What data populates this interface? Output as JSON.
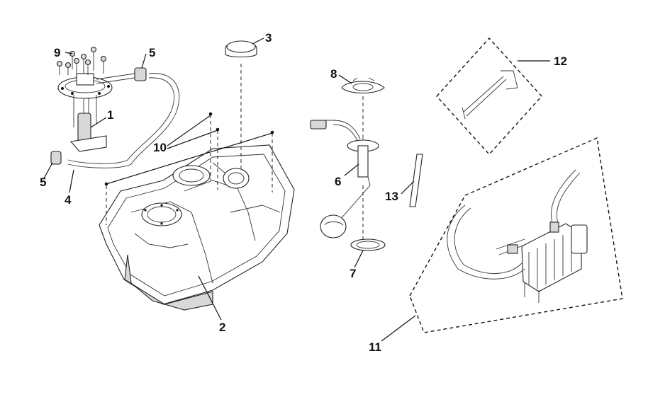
{
  "callouts": {
    "c1": "1",
    "c2": "2",
    "c3": "3",
    "c4": "4",
    "c5a": "5",
    "c5b": "5",
    "c6": "6",
    "c7": "7",
    "c8": "8",
    "c9": "9",
    "c10": "10",
    "c11": "11",
    "c12": "12",
    "c13": "13"
  }
}
